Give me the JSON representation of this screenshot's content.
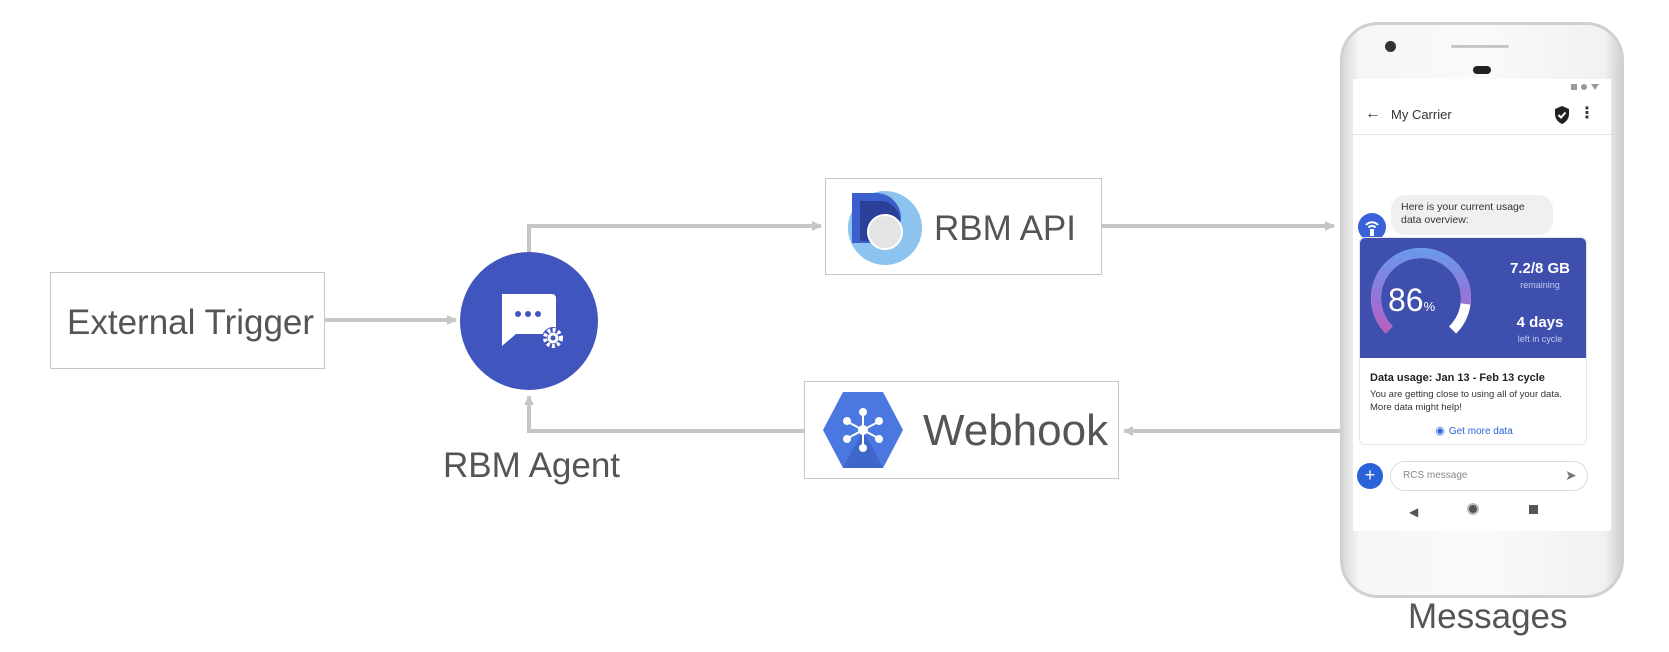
{
  "diagram": {
    "nodes": {
      "external_trigger": "External Trigger",
      "rbm_agent": "RBM Agent",
      "rbm_api": "RBM API",
      "webhook": "Webhook",
      "messages": "Messages"
    },
    "edges": [
      {
        "from": "External Trigger",
        "to": "RBM Agent"
      },
      {
        "from": "RBM Agent",
        "to": "RBM API"
      },
      {
        "from": "RBM API",
        "to": "Messages"
      },
      {
        "from": "Messages",
        "to": "Webhook"
      },
      {
        "from": "Webhook",
        "to": "RBM Agent"
      }
    ]
  },
  "phone": {
    "app_bar": {
      "back_icon": "arrow-back-icon",
      "title": "My Carrier",
      "verified_icon": "shield-check-icon",
      "menu_icon": "more-vert-icon"
    },
    "message": "Here is your current usage data overview:",
    "card": {
      "percent": "86",
      "percent_sign": "%",
      "percent_value": 86,
      "data": "7.2/8 GB",
      "data_sub": "remaining",
      "days": "4 days",
      "days_sub": "left in cycle",
      "title": "Data usage: Jan 13 - Feb 13 cycle",
      "text": "You are getting close to using all of your data. More data might help!",
      "action": "Get more data"
    },
    "compose_placeholder": "RCS message"
  },
  "colors": {
    "agent": "#4155bf",
    "card_header": "#3e4fae",
    "accent": "#2a62d9",
    "connector": "#c6c6c6"
  }
}
